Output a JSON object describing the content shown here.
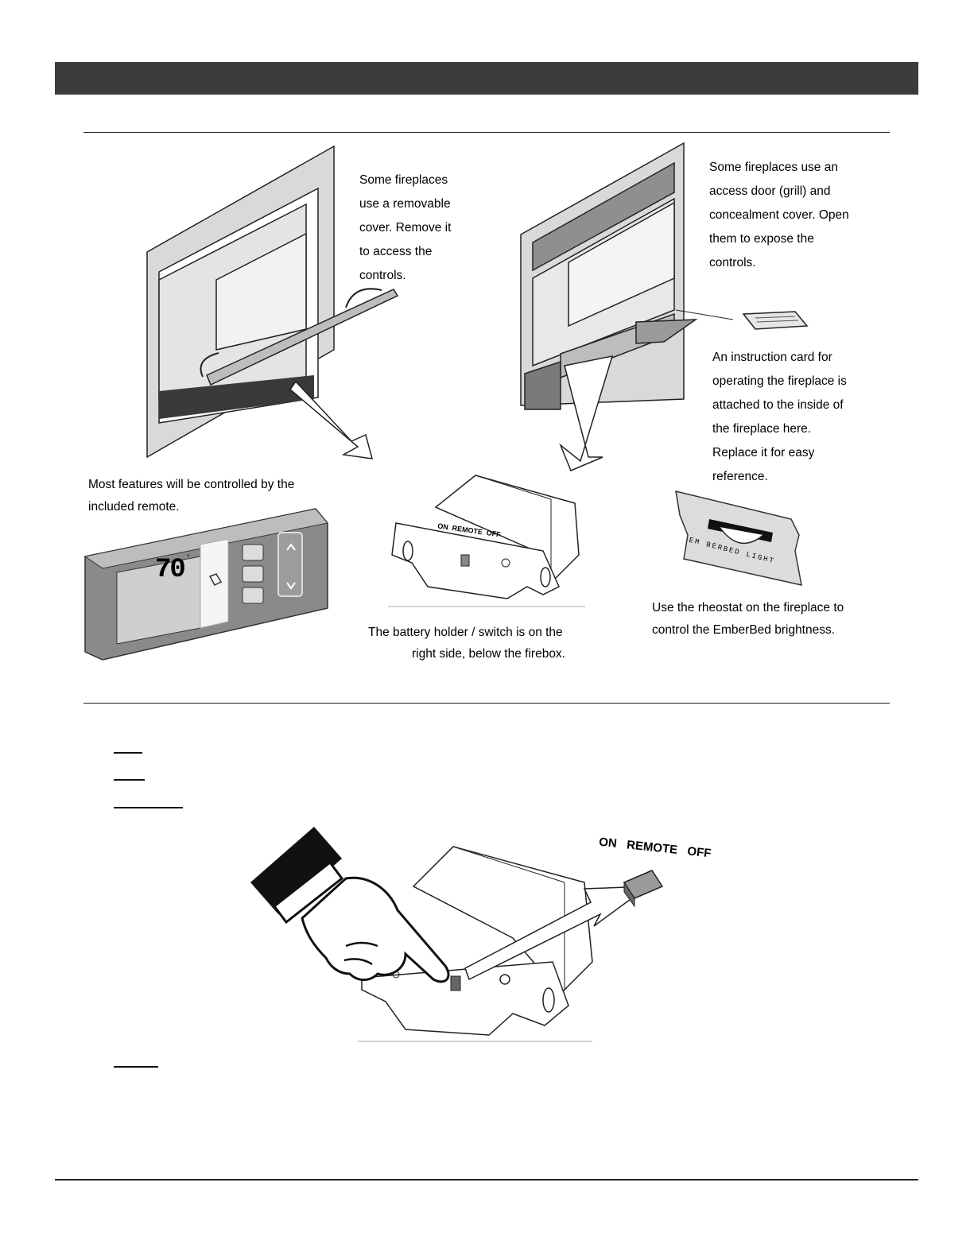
{
  "captions": {
    "removable_cover": "Some fireplaces\nuse a removable\ncover.  Remove it\nto access the\ncontrols.",
    "access_door": "Some fireplaces use an\naccess door (grill) and\nconcealment cover.  Open\nthem to expose the\ncontrols.",
    "instruction_card": "An  instruction card for\noperating the fireplace is\nattached to the inside of\nthe fireplace here.\nReplace it for easy\nreference.",
    "remote": "Most features will be controlled by the\nincluded remote.",
    "battery_holder_line1": "The battery holder / switch is on the",
    "battery_holder_line2": "right side, below the firebox.",
    "rheostat": "Use the rheostat on the fireplace to\ncontrol the EmberBed brightness."
  },
  "remote_display": {
    "temperature": "70"
  },
  "switch_labels": {
    "on": "ON",
    "remote": "REMOTE",
    "off": "OFF"
  },
  "rheostat_label": "EM BERBED LIGHT",
  "colors": {
    "banner": "#3c3c3c",
    "device_gray": "#8a8a8a",
    "light_gray": "#cfcfcf"
  }
}
